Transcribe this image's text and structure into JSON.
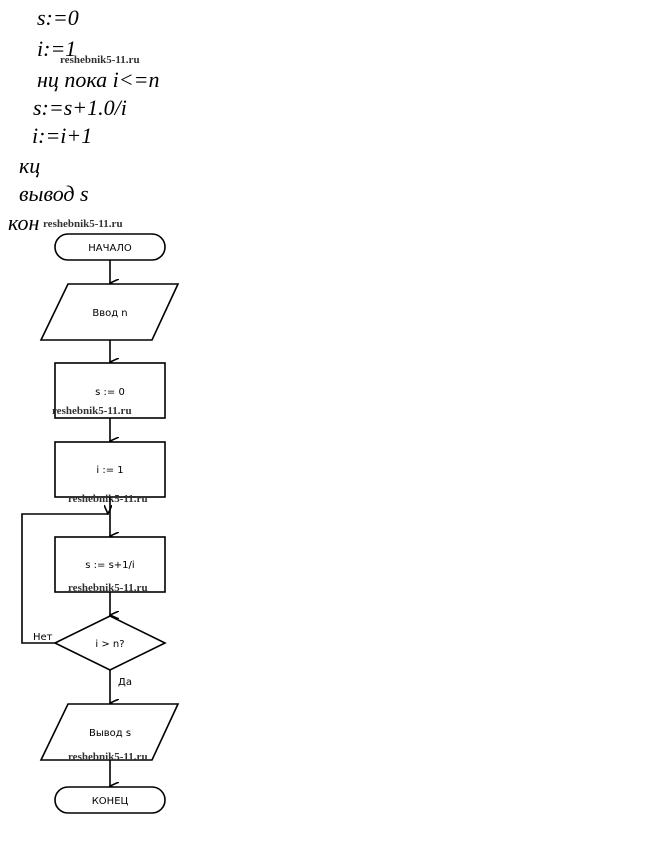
{
  "code": {
    "lines": [
      "s:=0",
      "i:=1",
      "нц пока i<=n",
      "s:=s+1.0/i",
      "i:=i+1",
      "кц",
      "вывод s",
      "кон"
    ]
  },
  "watermark": "reshebnik5-11.ru",
  "flowchart": {
    "start": "НАЧАЛО",
    "input": "Ввод n",
    "init_s": "s := 0",
    "init_i": "i := 1",
    "body": "s := s+1/i",
    "condition": "i > n?",
    "no_label": "Нет",
    "yes_label": "Да",
    "output": "Вывод s",
    "end": "КОНЕЦ"
  }
}
